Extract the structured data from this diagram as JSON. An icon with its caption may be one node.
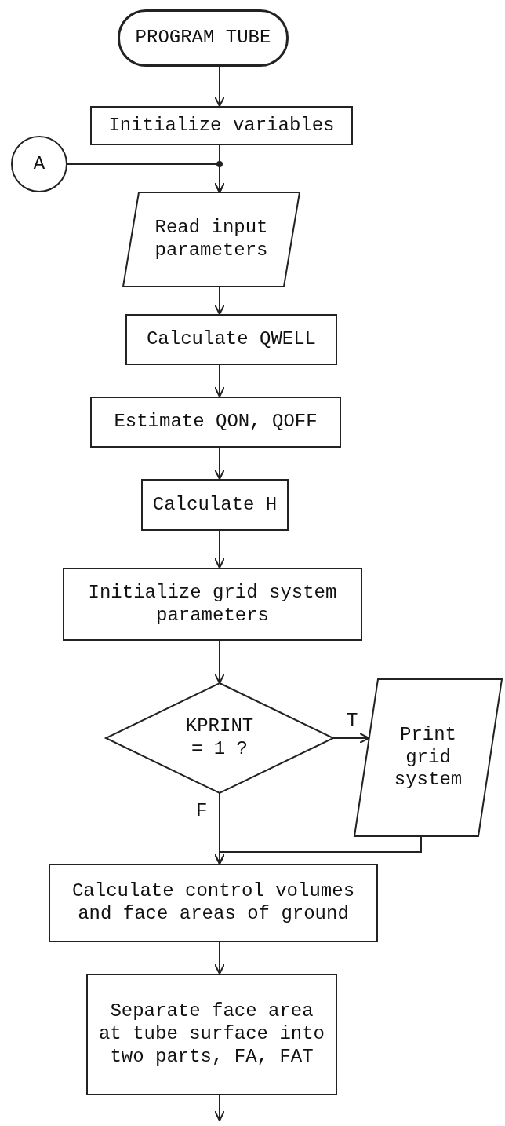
{
  "diagram": {
    "nodes": [
      {
        "text": [
          "PROGRAM TUBE"
        ]
      },
      {
        "text": [
          "Initialize variables"
        ]
      },
      {
        "text": [
          "A"
        ]
      },
      {
        "text": [
          "Read input parameters"
        ]
      },
      {
        "text": [
          "Calculate QWELL"
        ]
      },
      {
        "text": [
          "Estimate QON, QOFF"
        ]
      },
      {
        "text": [
          "Calculate H"
        ]
      },
      {
        "text": [
          "Initialize grid system parameters"
        ]
      },
      {
        "text": [
          "KPRINT = 1 ?"
        ]
      },
      {
        "text": [
          "Print grid system"
        ]
      },
      {
        "text": [
          "Calculate control volumes and face areas of ground"
        ]
      },
      {
        "text": [
          "Separate face area at tube surface into two parts, FA, FAT"
        ]
      }
    ],
    "edges": [
      {
        "from": 0,
        "to": 1,
        "arrow": "to"
      },
      {
        "from": 1,
        "to": 3,
        "arrow": "to"
      },
      {
        "from": 2,
        "to": 3,
        "arrow": "to"
      },
      {
        "from": 3,
        "to": 4,
        "arrow": "to"
      },
      {
        "from": 4,
        "to": 5,
        "arrow": "to"
      },
      {
        "from": 5,
        "to": 6,
        "arrow": "to"
      },
      {
        "from": 6,
        "to": 7,
        "arrow": "to"
      },
      {
        "from": 7,
        "to": 8,
        "arrow": "to"
      },
      {
        "from": 8,
        "to": 9,
        "arrow": "to",
        "label": "T"
      },
      {
        "from": 8,
        "to": 10,
        "arrow": "to",
        "label": "F"
      },
      {
        "from": 9,
        "to": 10,
        "arrow": "to"
      },
      {
        "from": 10,
        "to": 11,
        "arrow": "to"
      },
      {
        "from": 11,
        "to": null,
        "arrow": "to"
      }
    ]
  }
}
